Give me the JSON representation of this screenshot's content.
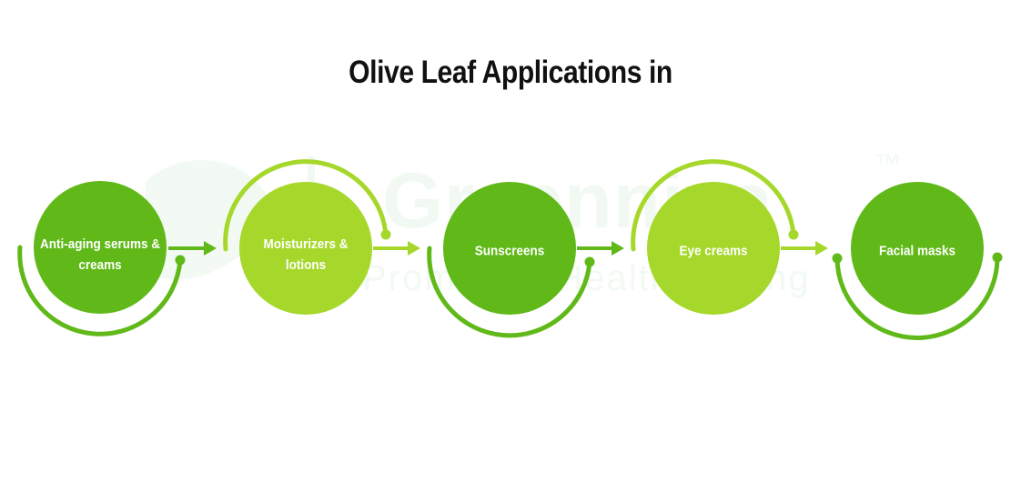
{
  "title": "Olive Leaf Applications in",
  "watermark": {
    "brand": "Greenniva",
    "tagline": "Promoting Healthy Living",
    "mark": "™"
  },
  "colors": {
    "dark_green": "#60b918",
    "light_green": "#a6d82b",
    "text": "#ffffff"
  },
  "steps": [
    {
      "label": "Anti-aging serums & creams",
      "color": "dark_green",
      "arc": "bottom"
    },
    {
      "label": "Moisturizers & lotions",
      "color": "light_green",
      "arc": "top"
    },
    {
      "label": "Sunscreens",
      "color": "dark_green",
      "arc": "bottom"
    },
    {
      "label": "Eye creams",
      "color": "light_green",
      "arc": "top"
    },
    {
      "label": "Facial masks",
      "color": "dark_green",
      "arc": "bottom"
    }
  ]
}
